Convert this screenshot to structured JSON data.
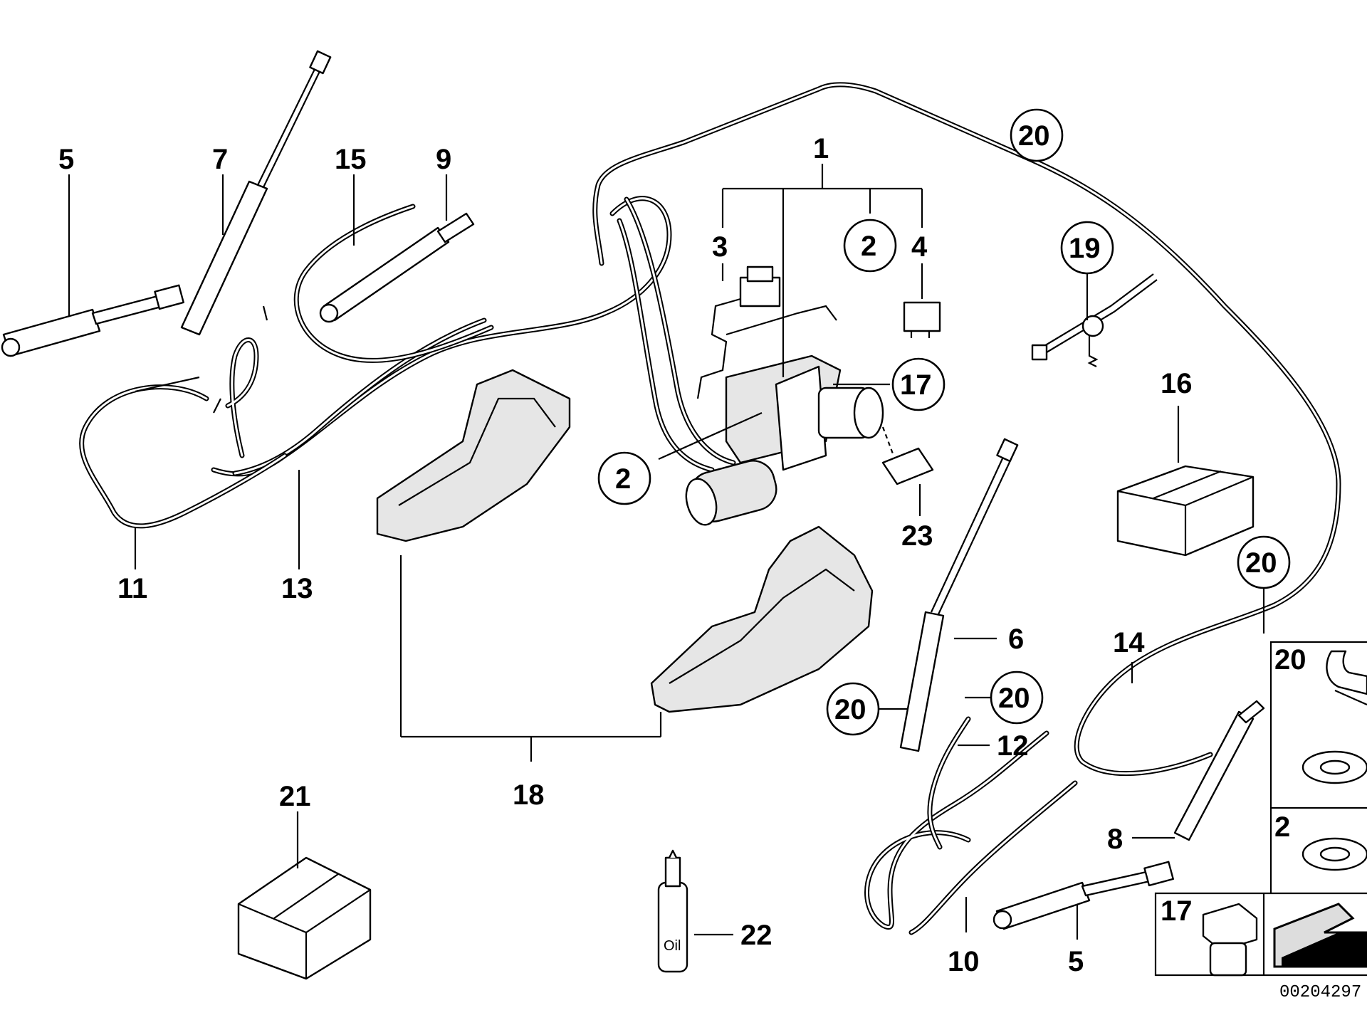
{
  "diagram": {
    "labels": {
      "l1": "1",
      "l2a": "2",
      "l2b": "2",
      "l3": "3",
      "l4": "4",
      "l5a": "5",
      "l5b": "5",
      "l6": "6",
      "l7": "7",
      "l8": "8",
      "l9": "9",
      "l10": "10",
      "l11": "11",
      "l12": "12",
      "l13": "13",
      "l14": "14",
      "l15": "15",
      "l16": "16",
      "l17": "17",
      "l18": "18",
      "l19": "19",
      "l20a": "20",
      "l20b": "20",
      "l20c": "20",
      "l20d": "20",
      "l21": "21",
      "l22": "22",
      "l23": "23"
    },
    "inset": {
      "i20": "20",
      "i2": "2",
      "i17": "17"
    },
    "oil_text": "Oil",
    "reference_number": "00204297"
  }
}
